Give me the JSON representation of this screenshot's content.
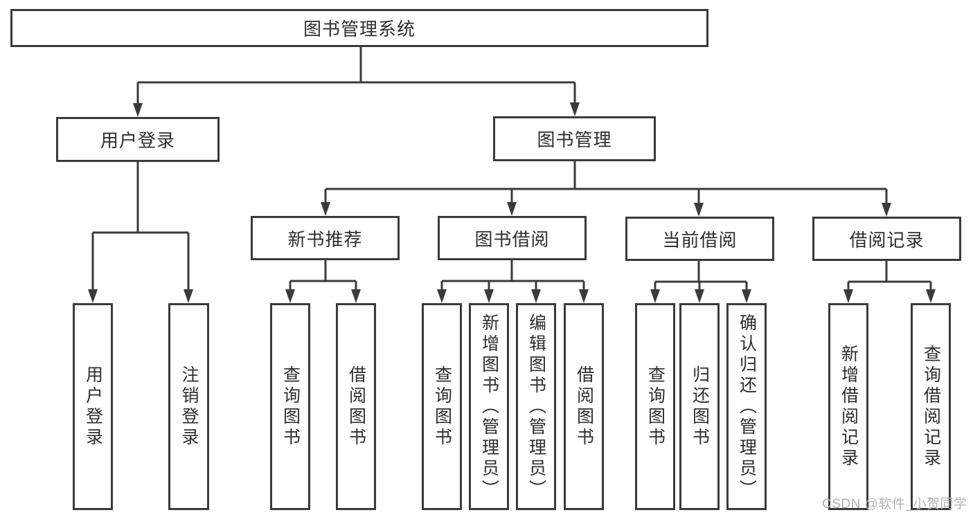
{
  "diagram": {
    "type": "hierarchy-tree",
    "tree": {
      "root": {
        "label": "图书管理系统",
        "children": [
          {
            "label": "用户登录",
            "children": [
              {
                "label": "用户登录"
              },
              {
                "label": "注销登录"
              }
            ]
          },
          {
            "label": "图书管理",
            "children": [
              {
                "label": "新书推荐",
                "children": [
                  {
                    "label": "查询图书"
                  },
                  {
                    "label": "借阅图书"
                  }
                ]
              },
              {
                "label": "图书借阅",
                "children": [
                  {
                    "label": "查询图书"
                  },
                  {
                    "label": "新增图书（管理员）"
                  },
                  {
                    "label": "编辑图书（管理员）"
                  },
                  {
                    "label": "借阅图书"
                  }
                ]
              },
              {
                "label": "当前借阅",
                "children": [
                  {
                    "label": "查询图书"
                  },
                  {
                    "label": "归还图书"
                  },
                  {
                    "label": "确认归还（管理员）"
                  }
                ]
              },
              {
                "label": "借阅记录",
                "children": [
                  {
                    "label": "新增借阅记录"
                  },
                  {
                    "label": "查询借阅记录"
                  }
                ]
              }
            ]
          }
        ]
      }
    },
    "colors": {
      "line": "#3a3a3a",
      "box_border": "#3a3a3a",
      "box_fill": "#ffffff",
      "text": "#2e2e2e",
      "watermark": "#b3b3b3",
      "background": "#ffffff"
    }
  },
  "watermark": {
    "text": "CSDN @软件_小贺同学"
  }
}
